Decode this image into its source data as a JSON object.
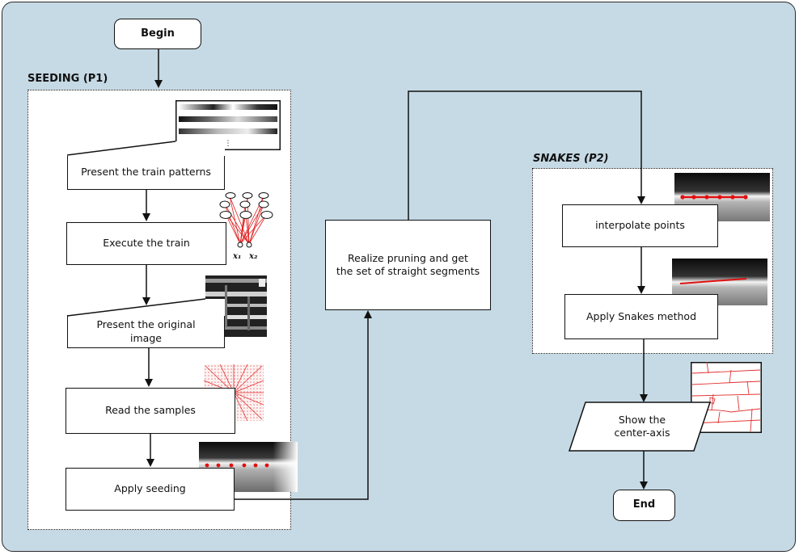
{
  "nodes": {
    "begin": "Begin",
    "train_patterns": "Present the train patterns",
    "execute_train": "Execute the train",
    "present_original": "Present the original\nimage",
    "read_samples": "Read the samples",
    "apply_seeding": "Apply seeding",
    "pruning": "Realize pruning and get\nthe set of straight segments",
    "interpolate": "interpolate points",
    "apply_snakes": "Apply Snakes method",
    "show_center_axis": "Show the\ncenter-axis",
    "end": "End"
  },
  "groups": {
    "seeding": "SEEDING (P1)",
    "snakes": "SNAKES (P2)"
  },
  "neural_net": {
    "input1": "x₁",
    "input2": "x₂"
  },
  "pattern_list": {
    "ellipsis": "⋮"
  },
  "colors": {
    "background": "#c6dae5",
    "seed_points": "#e01010",
    "lines": "#111111"
  }
}
